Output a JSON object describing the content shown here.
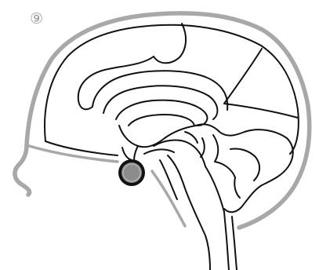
{
  "figure": {
    "marker_label": "⑨",
    "colors": {
      "skull_outline": "#a8a8a8",
      "brain_lines": "#111111",
      "highlight_fill": "#8c8c8c",
      "highlight_ring": "#111111",
      "label": "#9a9a9a"
    },
    "parts": [
      "skull-outline",
      "face-profile",
      "cerebrum-outline",
      "cerebral-gyri",
      "corpus-callosum",
      "thalamus",
      "midbrain",
      "pituitary-marker",
      "brainstem",
      "cerebellum",
      "spinal-cord",
      "neck-line"
    ]
  }
}
